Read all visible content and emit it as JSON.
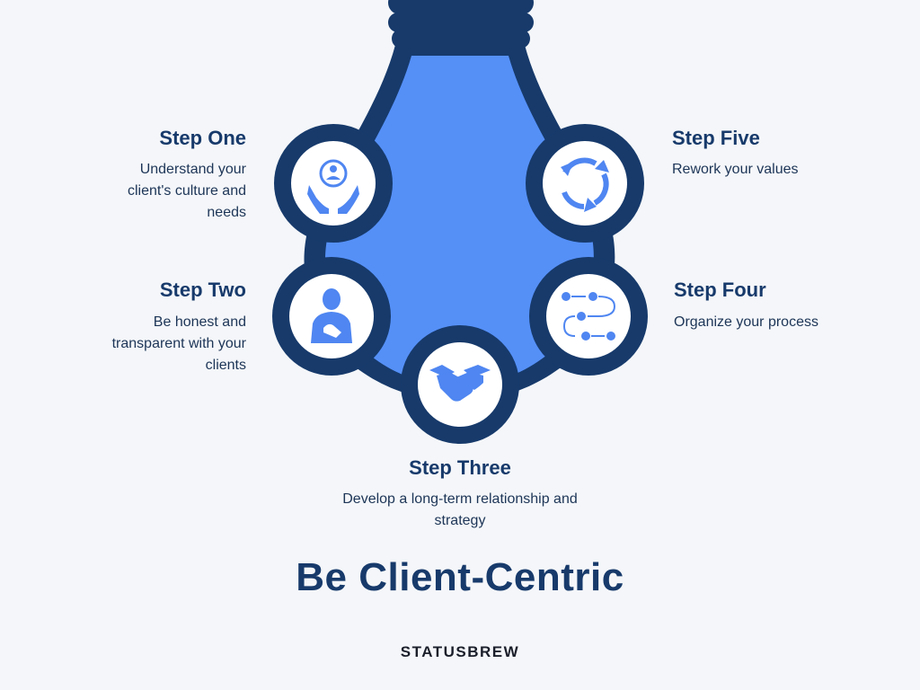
{
  "steps": [
    {
      "title": "Step One",
      "description": [
        "Understand your",
        "client's culture and",
        "needs"
      ],
      "icon": "hands-person-icon"
    },
    {
      "title": "Step Two",
      "description": [
        "Be honest and",
        "transparent with your",
        "clients"
      ],
      "icon": "person-heart-icon"
    },
    {
      "title": "Step Three",
      "description": [
        "Develop a long-term relationship and",
        "strategy"
      ],
      "icon": "handshake-icon"
    },
    {
      "title": "Step Four",
      "description": [
        "Organize your process"
      ],
      "icon": "process-flow-icon"
    },
    {
      "title": "Step Five",
      "description": [
        "Rework your values"
      ],
      "icon": "cycle-arrows-icon"
    }
  ],
  "main_title": "Be Client-Centric",
  "brand": "STATUSBREW",
  "colors": {
    "dark_navy": "#173a6b",
    "bulb_blue": "#5590f7",
    "icon_blue": "#4f86f1",
    "background": "#f4f6f9"
  }
}
